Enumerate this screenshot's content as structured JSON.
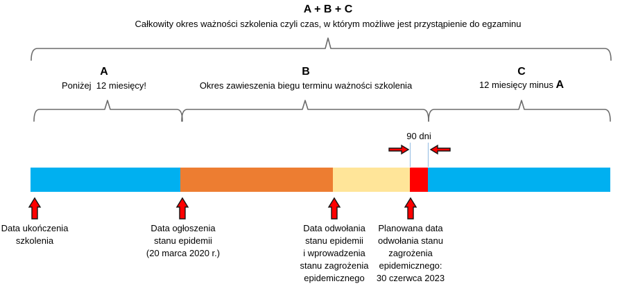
{
  "header": {
    "title": "A + B + C",
    "subtitle": "Całkowity okres ważności szkolenia czyli czas, w którym możliwe jest przystąpienie do egzaminu"
  },
  "sections": [
    {
      "letter": "A",
      "description": "Poniżej  12 miesięcy!"
    },
    {
      "letter": "B",
      "description": "Okres zawieszenia biegu terminu ważności szkolenia"
    },
    {
      "letter": "C",
      "description": "12 miesięcy minus ",
      "description_bold": "A"
    }
  ],
  "duration": {
    "label": "90 dni"
  },
  "timeline": {
    "segments": [
      {
        "name": "okres-waznosci-przed-epidemia",
        "color": "#00B0F0"
      },
      {
        "name": "stan-epidemii",
        "color": "#ED7D31"
      },
      {
        "name": "stan-zagrozenia-epidemicznego",
        "color": "#FFE599"
      },
      {
        "name": "ostatnie-90-dni",
        "color": "#FF0000"
      },
      {
        "name": "okres-waznosci-po-odwolaniu",
        "color": "#00B0F0"
      }
    ]
  },
  "events": [
    {
      "label": "Data ukończenia\nszkolenia"
    },
    {
      "label": "Data ogłoszenia\nstanu epidemii\n(20 marca 2020 r.)"
    },
    {
      "label": "Data odwołania\nstanu epidemii\ni wprowadzenia\nstanu zagrożenia\nepidemicznego"
    },
    {
      "label": "Planowana data\nodwołania stanu\nzagrożenia\nepidemicznego:\n30 czerwca 2023"
    }
  ],
  "colors": {
    "arrow_red": "#FF0000",
    "guide_blue": "#9DC3E6",
    "brace_gray": "#6b6b6b"
  }
}
